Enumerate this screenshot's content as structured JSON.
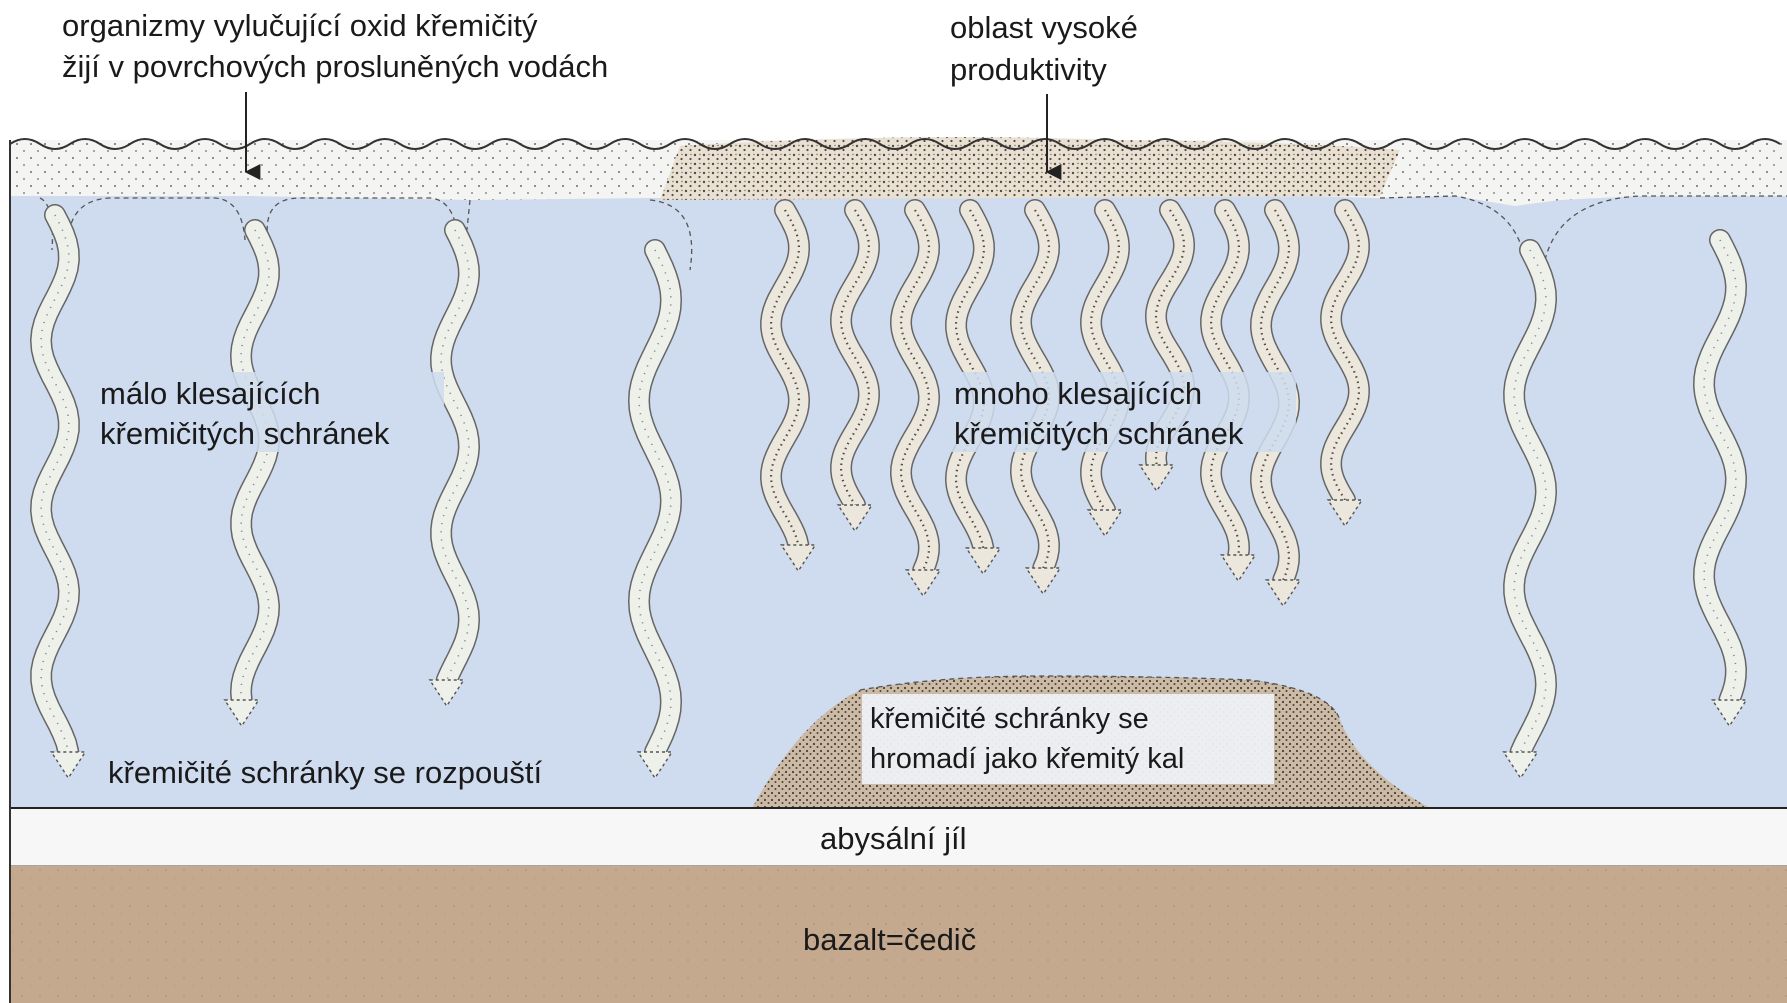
{
  "labels": {
    "organisms_line1": "organizmy vylučující oxid křemičitý",
    "organisms_line2": "žijí v povrchových prosluněných vodách",
    "productivity_line1": "oblast vysoké",
    "productivity_line2": "produktivity",
    "few_line1": "málo klesajících",
    "few_line2": "křemičitých schránek",
    "many_line1": "mnoho klesajících",
    "many_line2": "křemičitých schránek",
    "dissolve": "křemičité schránky se rozpouští",
    "ooze_line1": "křemičité schránky se",
    "ooze_line2": "hromadí jako křemitý kal",
    "clay": "abysální jíl",
    "basalt": "bazalt=čedič"
  },
  "colors": {
    "ocean": "#cfdcef",
    "surface": "#f3f3f1",
    "clay": "#f7f7f7",
    "basalt": "#c4a98f",
    "ooze": "#c9b9a4",
    "arrow_fill": "#eef0ea",
    "dense_arrow_fill": "#ece7dc",
    "dot": "#5a4a3c",
    "line": "#222222"
  },
  "icons": {
    "surface_wave": "wavy-line",
    "sinking_shell": "wavy-down-arrow"
  }
}
